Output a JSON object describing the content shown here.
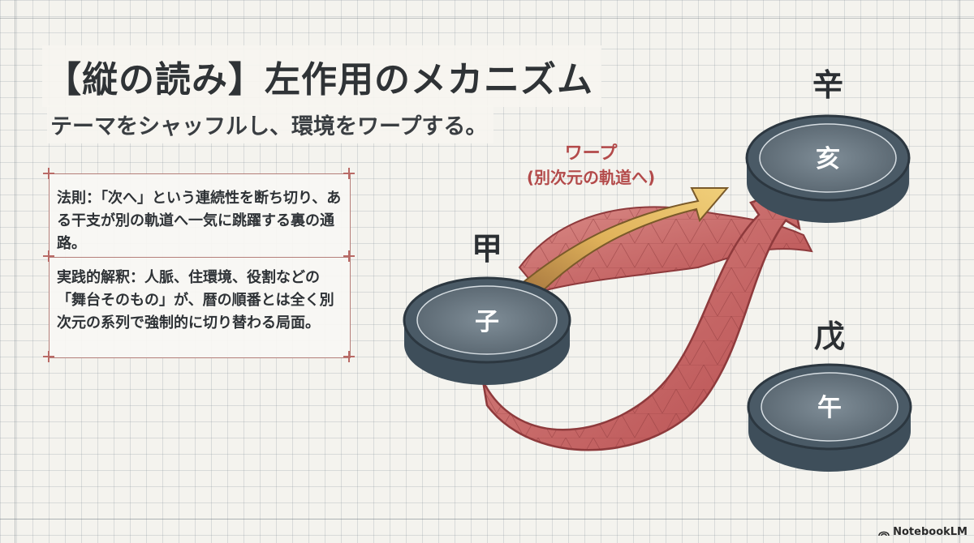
{
  "title": "【縦の読み】左作用のメカニズム",
  "subtitle": "テーマをシャッフルし、環境をワープする。",
  "textbox": {
    "law": "法則：「次へ」という連続性を断ち切り、ある干支が別の軌道へ一気に跳躍する裏の通路。",
    "practice": "実践的解釈：人脈、住環境、役割などの「舞台そのもの」が、暦の順番とは全く別次元の系列で強制的に切り替わる局面。"
  },
  "diagram": {
    "warp_label": "ワープ",
    "warp_sublabel": "(別次元の軌道へ)",
    "nodes": [
      {
        "stem": "甲",
        "branch": "子"
      },
      {
        "stem": "辛",
        "branch": "亥"
      },
      {
        "stem": "戊",
        "branch": "午"
      }
    ]
  },
  "colors": {
    "ribbon": "#c45a5a",
    "warp_arrow": "#d9a04a",
    "disc": "#3e4e5a",
    "accent_red": "#b34a4a"
  },
  "branding": {
    "label": "NotebookLM"
  }
}
